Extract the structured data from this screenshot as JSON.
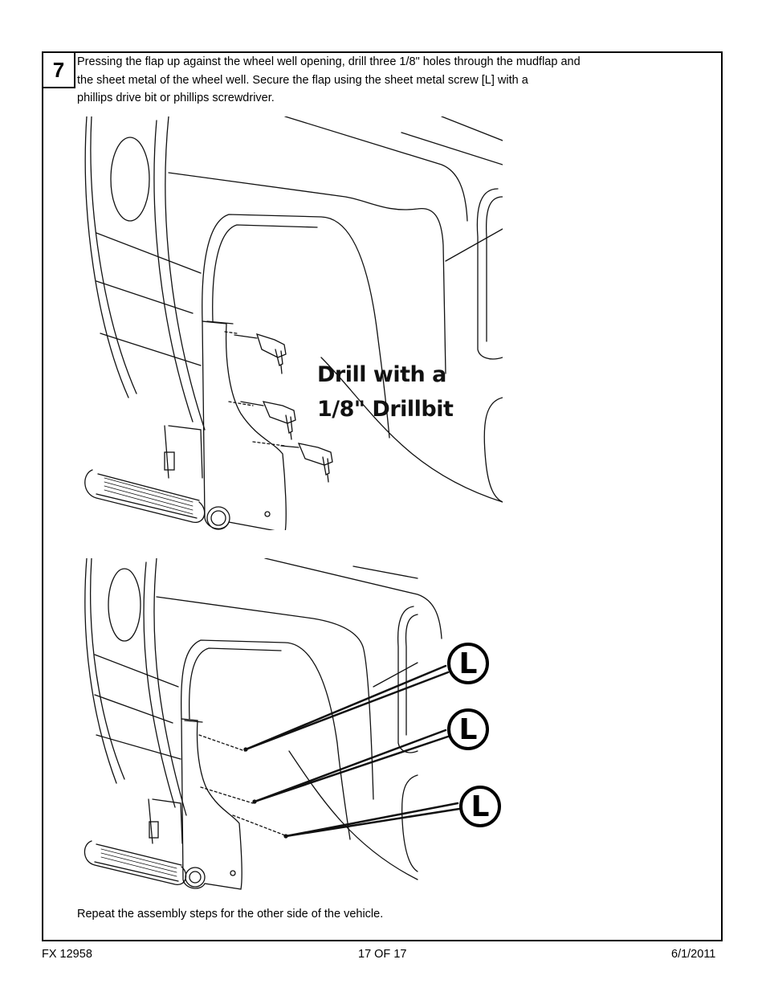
{
  "step": {
    "number": "7",
    "lines": [
      "Pressing the flap up against the wheel well opening, drill three 1/8\" holes through the mudflap and",
      "the sheet metal of the wheel well.  Secure the flap using the sheet metal screw [L] with a",
      "phillips drive bit or phillips screwdriver."
    ]
  },
  "figure_top": {
    "caption_lines": [
      "Drill with a",
      "1/8\" Drillbit"
    ]
  },
  "figure_bottom": {
    "callouts": [
      "L",
      "L",
      "L"
    ]
  },
  "note": "Repeat the assembly steps for the other side of the vehicle.",
  "footer": {
    "part_number": "FX 12958",
    "page": "17 OF 17",
    "date": "6/1/2011"
  }
}
